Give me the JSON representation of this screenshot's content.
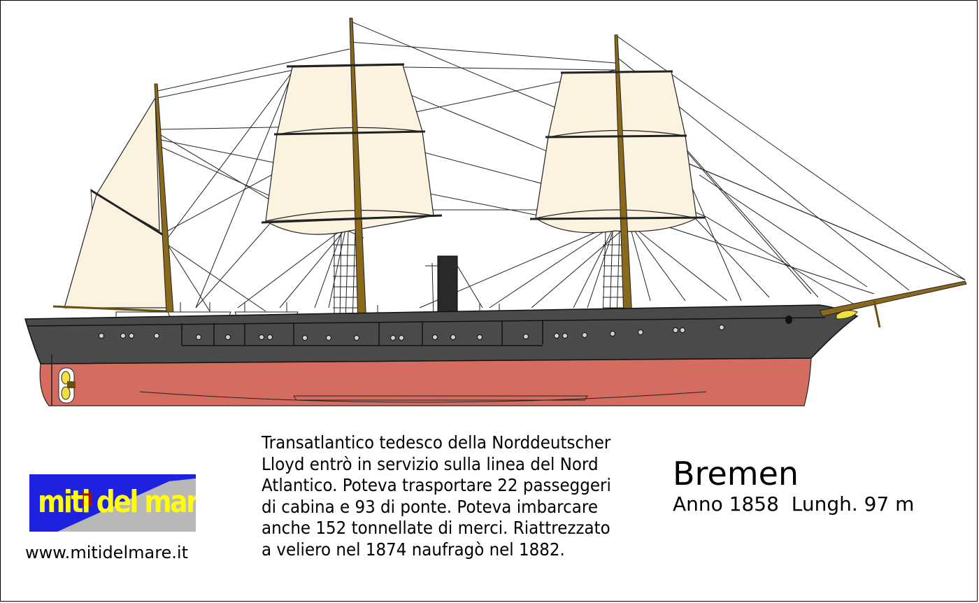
{
  "ship": {
    "name": "Bremen",
    "specs": "Anno 1858  Lungh. 97 m",
    "colors": {
      "hull_upper": "#4a4a4a",
      "hull_lower": "#d46d5f",
      "sails": "#fbf3e0",
      "masts": "#8a6a1a",
      "funnel": "#2a2a2a",
      "propeller": "#f0e040"
    }
  },
  "description": {
    "lines": [
      "Transatlantico tedesco della Norddeutscher",
      "Lloyd entrò in servizio sulla linea del Nord",
      "Atlantico. Poteva trasportare 22 passeggeri",
      "di cabina e 93 di ponte. Poteva imbarcare",
      "anche 152 tonnellate di merci. Riattrezzato",
      "a veliero nel 1874 naufragò nel 1882."
    ]
  },
  "logo": {
    "text": "miti del mare",
    "background": "#1e22e0",
    "text_color": "#ffff00"
  },
  "website": "www.mitidelmare.it"
}
